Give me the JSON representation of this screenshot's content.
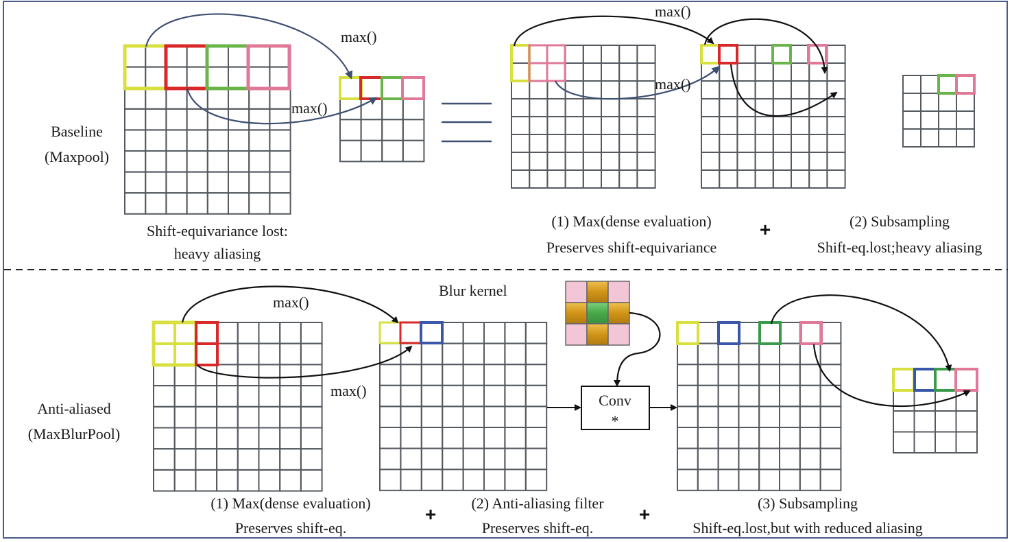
{
  "baseline": {
    "row_label_line1": "Baseline",
    "row_label_line2": "(Maxpool)",
    "input_caption_line1": "Shift-equivariance lost:",
    "input_caption_line2": "heavy aliasing",
    "max_label_top": "max()",
    "max_label_bottom": "max()",
    "equals_symbol": "equals-icon",
    "dense_max_label_top": "max()",
    "dense_max_label_bottom": "max()",
    "step1_line1": "(1) Max(dense evaluation)",
    "step1_line2": "Preserves shift-equivariance",
    "step2_line1": "(2) Subsampling",
    "step2_line2": "Shift-eq.lost;heavy aliasing",
    "plus": "+"
  },
  "anti_aliased": {
    "row_label_line1": "Anti-aliased",
    "row_label_line2": "(MaxBlurPool)",
    "max_label_top": "max()",
    "max_label_bottom": "max()",
    "blur_kernel_label": "Blur kernel",
    "conv_label": "Conv",
    "conv_symbol": "*",
    "step1_line1": "(1) Max(dense evaluation)",
    "step1_line2": "Preserves shift-eq.",
    "step2_line1": "(2) Anti-aliasing filter",
    "step2_line2": "Preserves shift-eq.",
    "step3_line1": "(3) Subsampling",
    "step3_line2": "Shift-eq.lost,but with reduced aliasing",
    "plus1": "+",
    "plus2": "+"
  },
  "colors": {
    "yellow": "#d8e040",
    "red": "#d8282a",
    "green": "#6ab44a",
    "dark_green": "#3a9a4a",
    "pink": "#e07898",
    "blue": "#3a56a8",
    "frame": "#4a5a8a",
    "arrow_blue": "#3e4f72",
    "kernel_pink": "#f2c6d6",
    "kernel_gold": "#d49a1c",
    "kernel_green": "#4aaa48"
  },
  "grids": {
    "baseline_input": {
      "rows": 8,
      "cols": 8
    },
    "baseline_output": {
      "rows": 4,
      "cols": 4
    },
    "baseline_dense": {
      "rows": 8,
      "cols": 8
    },
    "baseline_subsampled_src": {
      "rows": 8,
      "cols": 8
    },
    "baseline_subsampled_out": {
      "rows": 4,
      "cols": 4
    },
    "aa_input": {
      "rows": 8,
      "cols": 8
    },
    "aa_dense": {
      "rows": 8,
      "cols": 8
    },
    "aa_blurred": {
      "rows": 8,
      "cols": 8
    },
    "aa_output": {
      "rows": 4,
      "cols": 4
    },
    "blur_kernel": {
      "rows": 3,
      "cols": 3,
      "pattern": [
        "pink",
        "gold",
        "pink",
        "gold",
        "green",
        "gold",
        "pink",
        "gold",
        "pink"
      ]
    }
  }
}
